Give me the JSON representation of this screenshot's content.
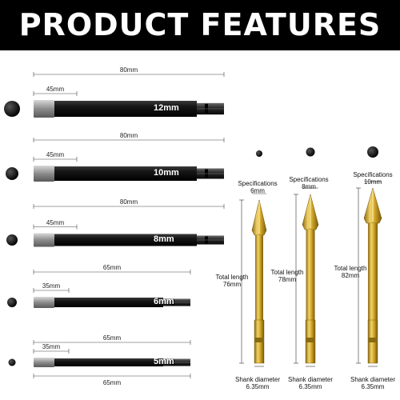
{
  "banner": {
    "title": "PRODUCT FEATURES"
  },
  "core_bits": [
    {
      "size_label": "12mm",
      "head_length": "45mm",
      "total_length": "80mm"
    },
    {
      "size_label": "10mm",
      "head_length": "45mm",
      "total_length": "80mm"
    },
    {
      "size_label": "8mm",
      "head_length": "45mm",
      "total_length": "80mm"
    },
    {
      "size_label": "6mm",
      "head_length": "35mm",
      "total_length": "65mm"
    },
    {
      "size_label": "5mm",
      "head_length": "35mm",
      "total_length": "65mm"
    }
  ],
  "spear_bits": [
    {
      "spec_title": "Specifications",
      "spec_value": "6mm",
      "length_title": "Total length",
      "length_value": "76mm",
      "shank_title": "Shank diameter",
      "shank_value": "6.35mm"
    },
    {
      "spec_title": "Specifications",
      "spec_value": "8mm",
      "length_title": "Total length",
      "length_value": "78mm",
      "shank_title": "Shank diameter",
      "shank_value": "6.35mm"
    },
    {
      "spec_title": "Specifications",
      "spec_value": "10mm",
      "length_title": "Total length",
      "length_value": "82mm",
      "shank_title": "Shank diameter",
      "shank_value": "6.35mm"
    }
  ],
  "colors": {
    "banner": "#000000",
    "shaft": "#111111",
    "diamond": "#9a9a9a",
    "gold": "#c9a227"
  }
}
